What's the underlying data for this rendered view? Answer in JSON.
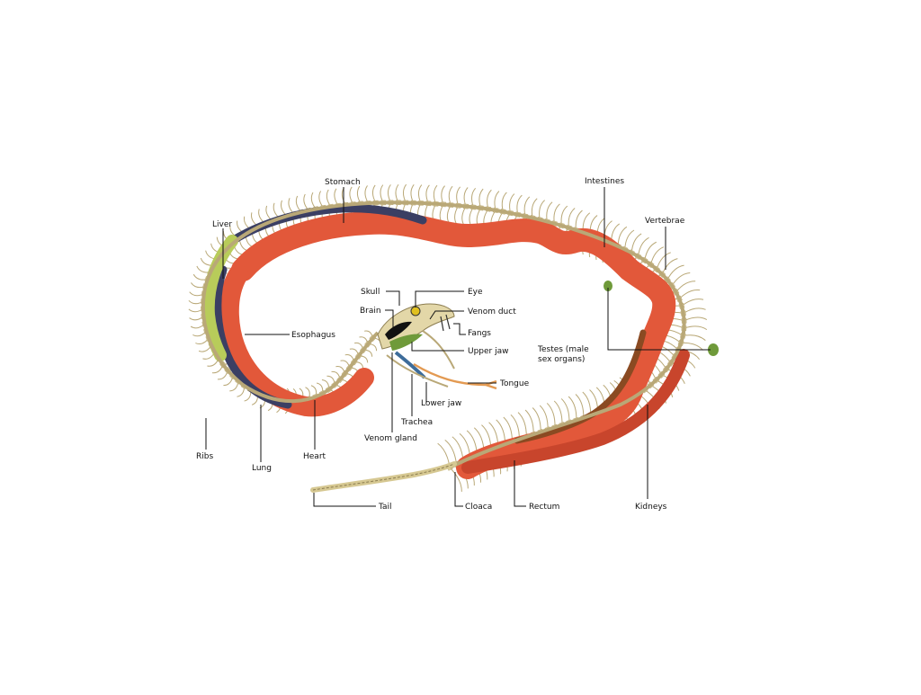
{
  "labels": {
    "stomach": "Stomach",
    "intestines": "Intestines",
    "liver": "Liver",
    "vertebrae": "Vertebrae",
    "skull": "Skull",
    "eye": "Eye",
    "brain": "Brain",
    "venom_duct": "Venom duct",
    "fangs": "Fangs",
    "esophagus": "Esophagus",
    "upper_jaw": "Upper jaw",
    "testes_line1": "Testes (male",
    "testes_line2": "sex organs)",
    "tongue": "Tongue",
    "lower_jaw": "Lower jaw",
    "trachea": "Trachea",
    "venom_gland": "Venom gland",
    "ribs": "Ribs",
    "heart": "Heart",
    "lung": "Lung",
    "tail": "Tail",
    "cloaca": "Cloaca",
    "rectum": "Rectum",
    "kidneys": "Kidneys"
  },
  "colors": {
    "bone": "#e3d7a8",
    "bone_dark": "#b9a877",
    "organ_red": "#e2583a",
    "lung_blue": "#3b3f63",
    "liver_green": "#b8cc5a",
    "kidney_brown": "#8a4a22",
    "testes_green": "#6f9a3a",
    "venom_blue": "#3d6c9a",
    "tongue_orange": "#e39a52"
  }
}
